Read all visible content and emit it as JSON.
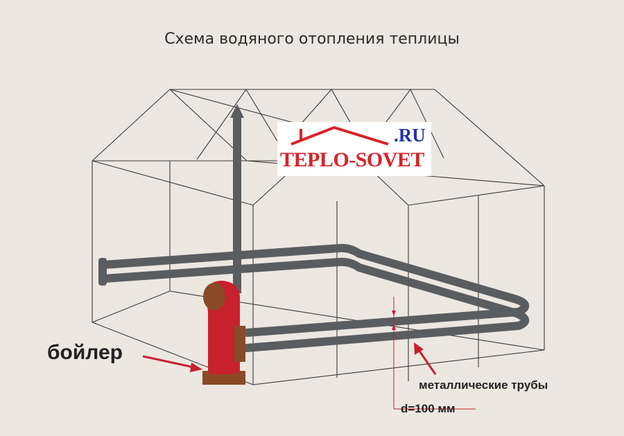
{
  "title": "Схема водяного отопления теплицы",
  "logo": {
    "domain": ".RU",
    "brand": "TEPLO-SOVET"
  },
  "labels": {
    "boiler": "бойлер",
    "pipes": "металлические трубы",
    "diameter": "d=100 мм"
  },
  "colors": {
    "background": "#ede7e2",
    "frame": "#3a3a3a",
    "pipe": "#5a5d60",
    "boiler": "#c8202c",
    "boiler_wood": "#8a4a26",
    "arrow": "#c8202c",
    "logo_red": "#d8232a",
    "logo_blue": "#2233aa"
  },
  "icons": [
    "house-roof-icon",
    "chimney-arrow-icon"
  ]
}
